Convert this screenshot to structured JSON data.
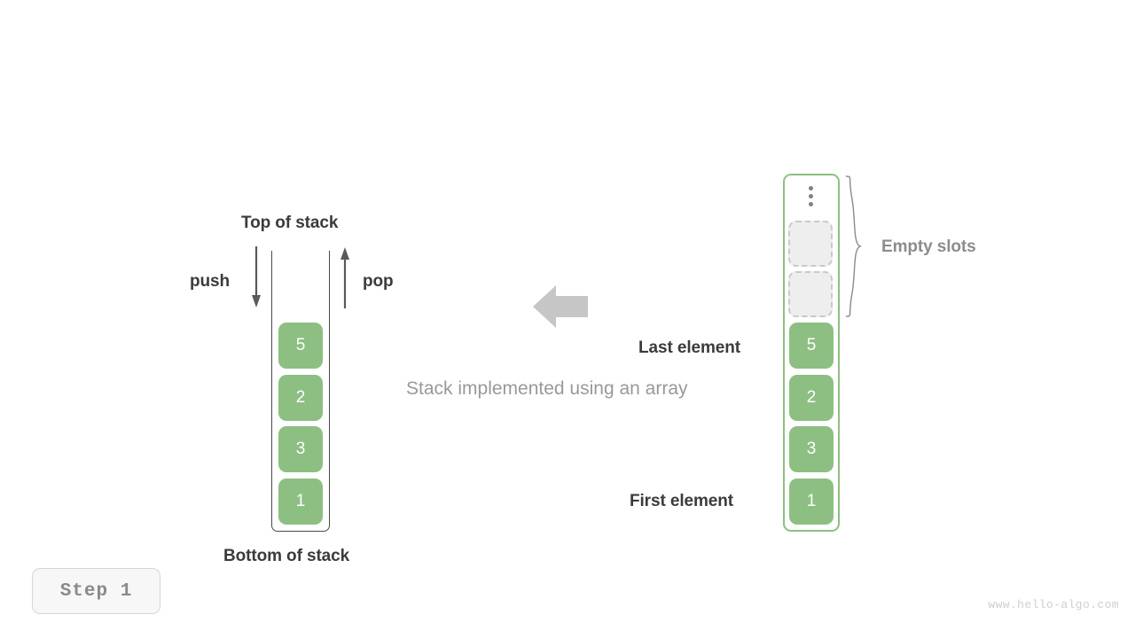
{
  "page": {
    "background_color": "#ffffff",
    "caption": "Stack implemented using an array",
    "watermark": "www.hello-algo.com"
  },
  "theme": {
    "element_green": "#8dbf82",
    "frame_dark": "#4a4a4a",
    "empty_fill": "#eeeeee",
    "empty_border": "#c9c9c9",
    "gray_text": "#8c8c8c",
    "dark_text": "#3b3b3b",
    "caption_gray": "#999999",
    "arrow_gray": "#c6c6c6",
    "badge_bg": "#f7f7f7",
    "badge_border": "#d6d6d6",
    "watermark_gray": "#cfcfcf"
  },
  "left_stack": {
    "top_label": "Top of stack",
    "bottom_label": "Bottom of stack",
    "push_label": "push",
    "pop_label": "pop",
    "push_icon": "arrow-down-icon",
    "pop_icon": "arrow-up-icon",
    "cells": [
      {
        "value": "5"
      },
      {
        "value": "2"
      },
      {
        "value": "3"
      },
      {
        "value": "1"
      }
    ]
  },
  "middle": {
    "arrow_icon": "arrow-left-icon"
  },
  "right_array": {
    "empty_slots_label": "Empty slots",
    "last_element_label": "Last element",
    "first_element_label": "First element",
    "ellipsis_icon": "vertical-ellipsis-icon",
    "brace_icon": "curly-brace-icon",
    "slots": [
      {
        "value": "",
        "state": "ellipsis"
      },
      {
        "value": "",
        "state": "empty"
      },
      {
        "value": "",
        "state": "empty"
      },
      {
        "value": "5",
        "state": "filled"
      },
      {
        "value": "2",
        "state": "filled"
      },
      {
        "value": "3",
        "state": "filled"
      },
      {
        "value": "1",
        "state": "filled"
      }
    ]
  },
  "step_badge": {
    "label": "Step 1"
  }
}
